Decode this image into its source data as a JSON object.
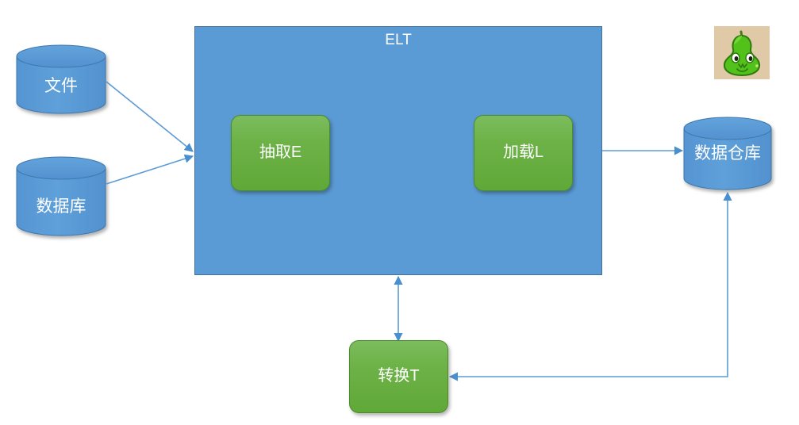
{
  "diagram": {
    "title": "ELT",
    "container": {
      "label": "ELT",
      "fill_color": "#5B9BD5",
      "border_color": "#41719C"
    },
    "sources": [
      {
        "id": "file",
        "label": "文件",
        "shape": "cylinder",
        "fill_color": "#5B9BD5"
      },
      {
        "id": "database",
        "label": "数据库",
        "shape": "cylinder",
        "fill_color": "#5B9BD5"
      }
    ],
    "processes": [
      {
        "id": "extract",
        "label": "抽取E",
        "shape": "rounded-rect",
        "fill_color": "#6DB247"
      },
      {
        "id": "load",
        "label": "加载L",
        "shape": "rounded-rect",
        "fill_color": "#6DB247"
      },
      {
        "id": "transform",
        "label": "转换T",
        "shape": "rounded-rect",
        "fill_color": "#6DB247"
      }
    ],
    "targets": [
      {
        "id": "warehouse",
        "label": "数据仓库",
        "shape": "cylinder",
        "fill_color": "#5B9BD5"
      }
    ],
    "connectors": [
      {
        "id": "file-to-elt",
        "from": "file",
        "to": "container",
        "arrow": "single"
      },
      {
        "id": "database-to-elt",
        "from": "database",
        "to": "container",
        "arrow": "single"
      },
      {
        "id": "load-to-warehouse",
        "from": "container",
        "to": "warehouse",
        "arrow": "single"
      },
      {
        "id": "elt-transform-link",
        "from": "container",
        "to": "transform",
        "arrow": "double"
      },
      {
        "id": "warehouse-to-transform",
        "from": "warehouse",
        "to": "transform",
        "arrow": "double"
      }
    ],
    "connector_color": "#5B9BD5",
    "icons": [
      {
        "id": "pear-mascot",
        "name": "pear-icon",
        "background_color": "#E0C9A6",
        "body_color": "#52C21A"
      }
    ]
  }
}
